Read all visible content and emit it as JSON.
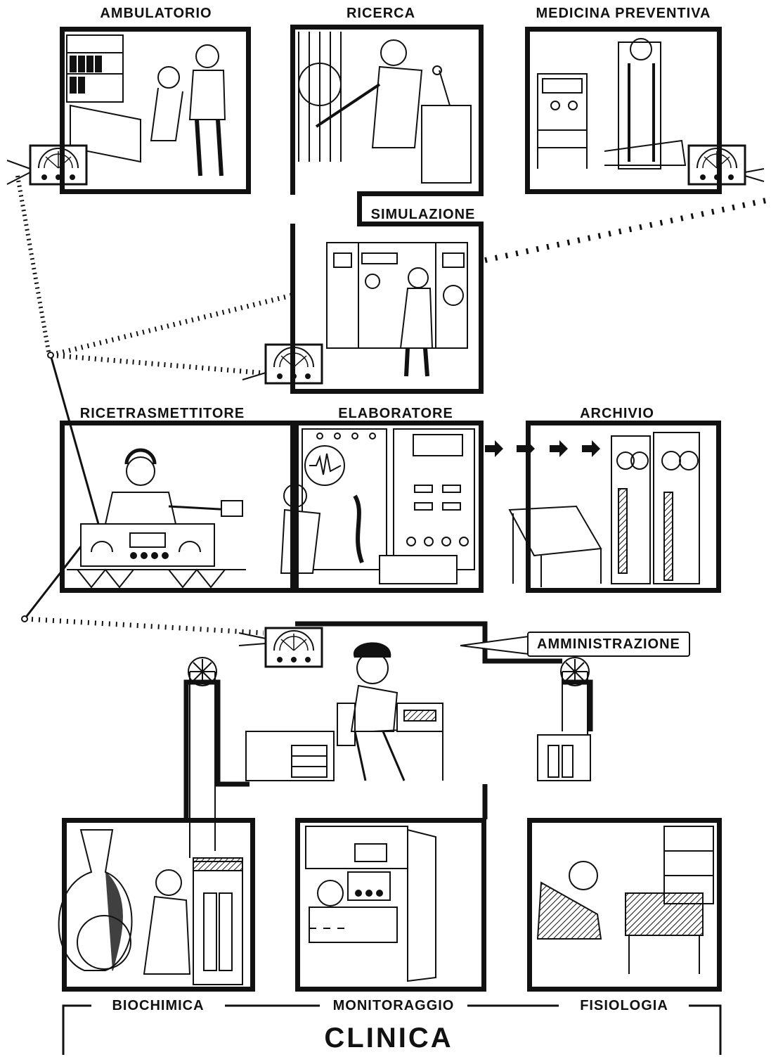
{
  "labels": {
    "ambulatorio": "AMBULATORIO",
    "ricerca": "RICERCA",
    "medicina_preventiva": "MEDICINA PREVENTIVA",
    "simulazione": "SIMULAZIONE",
    "ricetrasmettitore": "RICETRASMETTITORE",
    "elaboratore": "ELABORATORE",
    "archivio": "ARCHIVIO",
    "amministrazione": "AMMINISTRAZIONE",
    "biochimica": "BIOCHIMICA",
    "monitoraggio": "MONITORAGGIO",
    "fisiologia": "FISIOLOGIA",
    "clinica": "CLINICA"
  },
  "colors": {
    "ink": "#111111",
    "paper": "#ffffff",
    "hatch": "#555555"
  },
  "icons": [
    "radio-unit-icon",
    "antenna-icon",
    "arrow-icon",
    "pulley-icon",
    "computer-panel-icon",
    "tape-reel-icon"
  ]
}
